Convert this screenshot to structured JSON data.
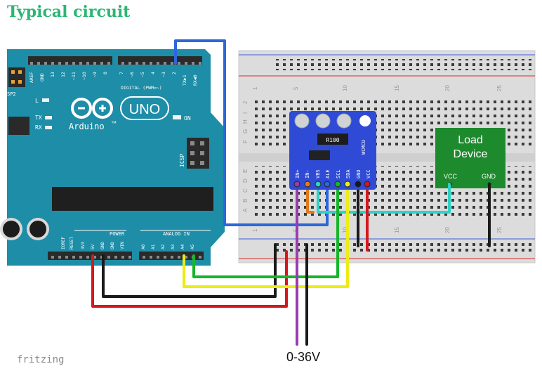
{
  "heading": "Typical circuit",
  "watermark": "fritzing",
  "supply_label": "0-36V",
  "colors": {
    "heading": "#2bb673",
    "arduino_board": "#1e8da7",
    "sensor_board": "#2f4bd6",
    "load_device": "#1e8a2e",
    "wire_blue": "#2d67d8",
    "wire_red": "#d3181e",
    "wire_black": "#1a1a1a",
    "wire_green": "#17b62a",
    "wire_yellow": "#ecec17",
    "wire_purple": "#9b3cb0",
    "wire_orange": "#e07b1b",
    "wire_cyan": "#2ed3c6"
  },
  "arduino": {
    "logo": "UNO",
    "brand": "Arduino",
    "tm": "™",
    "header_top_left": [
      "AREF",
      "GND",
      "13",
      "12",
      "~11",
      "~10",
      "~9",
      "8"
    ],
    "header_top_right": [
      "7",
      "~6",
      "~5",
      "4",
      "~3",
      "2",
      "TX▶1",
      "RX◀0"
    ],
    "digital_label": "DIGITAL (PWM=~)",
    "sp2": "SP2",
    "led_l": "L",
    "led_tx": "TX",
    "led_rx": "RX",
    "led_on": "ON",
    "icsp": "ICSP",
    "power_label": "POWER",
    "analog_label": "ANALOG IN",
    "header_power": [
      "IOREF",
      "RESET",
      "3V3",
      "5V",
      "GND",
      "GND",
      "VIN"
    ],
    "header_analog": [
      "A0",
      "A1",
      "A2",
      "A3",
      "A4",
      "A5"
    ]
  },
  "breadboard": {
    "col_numbers": [
      "1",
      "5",
      "10",
      "15",
      "20",
      "25"
    ],
    "rows_top": [
      "J",
      "I",
      "H",
      "G",
      "F"
    ],
    "rows_bottom": [
      "E",
      "D",
      "C",
      "B",
      "A"
    ]
  },
  "sensor": {
    "shunt": "R100",
    "vendor": "WCMCU",
    "pins": [
      "IN+",
      "IN-",
      "VBS",
      "ALE",
      "SCL",
      "SDA",
      "GND",
      "VCC"
    ]
  },
  "load": {
    "title_line1": "Load",
    "title_line2": "Device",
    "pin_vcc": "VCC",
    "pin_gnd": "GND"
  }
}
